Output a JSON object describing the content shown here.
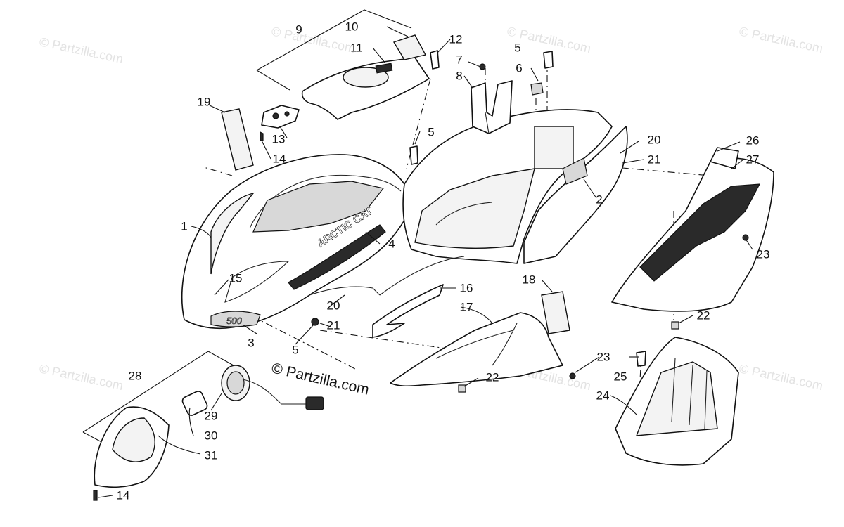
{
  "watermark": "© Partzilla.com",
  "copyright": "© Partzilla.com",
  "decal_texts": {
    "brand": "ARCTIC CAT",
    "model": "500"
  },
  "callouts": [
    {
      "id": "c1",
      "label": "1"
    },
    {
      "id": "c2",
      "label": "2"
    },
    {
      "id": "c3",
      "label": "3"
    },
    {
      "id": "c4",
      "label": "4"
    },
    {
      "id": "c5a",
      "label": "5"
    },
    {
      "id": "c5b",
      "label": "5"
    },
    {
      "id": "c5c",
      "label": "5"
    },
    {
      "id": "c6",
      "label": "6"
    },
    {
      "id": "c7",
      "label": "7"
    },
    {
      "id": "c8",
      "label": "8"
    },
    {
      "id": "c9",
      "label": "9"
    },
    {
      "id": "c10",
      "label": "10"
    },
    {
      "id": "c11",
      "label": "11"
    },
    {
      "id": "c12",
      "label": "12"
    },
    {
      "id": "c13",
      "label": "13"
    },
    {
      "id": "c14a",
      "label": "14"
    },
    {
      "id": "c14b",
      "label": "14"
    },
    {
      "id": "c15",
      "label": "15"
    },
    {
      "id": "c16",
      "label": "16"
    },
    {
      "id": "c17",
      "label": "17"
    },
    {
      "id": "c18",
      "label": "18"
    },
    {
      "id": "c19",
      "label": "19"
    },
    {
      "id": "c20a",
      "label": "20"
    },
    {
      "id": "c20b",
      "label": "20"
    },
    {
      "id": "c21a",
      "label": "21"
    },
    {
      "id": "c21b",
      "label": "21"
    },
    {
      "id": "c22a",
      "label": "22"
    },
    {
      "id": "c22b",
      "label": "22"
    },
    {
      "id": "c23a",
      "label": "23"
    },
    {
      "id": "c23b",
      "label": "23"
    },
    {
      "id": "c24",
      "label": "24"
    },
    {
      "id": "c25",
      "label": "25"
    },
    {
      "id": "c26",
      "label": "26"
    },
    {
      "id": "c27",
      "label": "27"
    },
    {
      "id": "c28",
      "label": "28"
    },
    {
      "id": "c29",
      "label": "29"
    },
    {
      "id": "c30",
      "label": "30"
    },
    {
      "id": "c31",
      "label": "31"
    }
  ]
}
